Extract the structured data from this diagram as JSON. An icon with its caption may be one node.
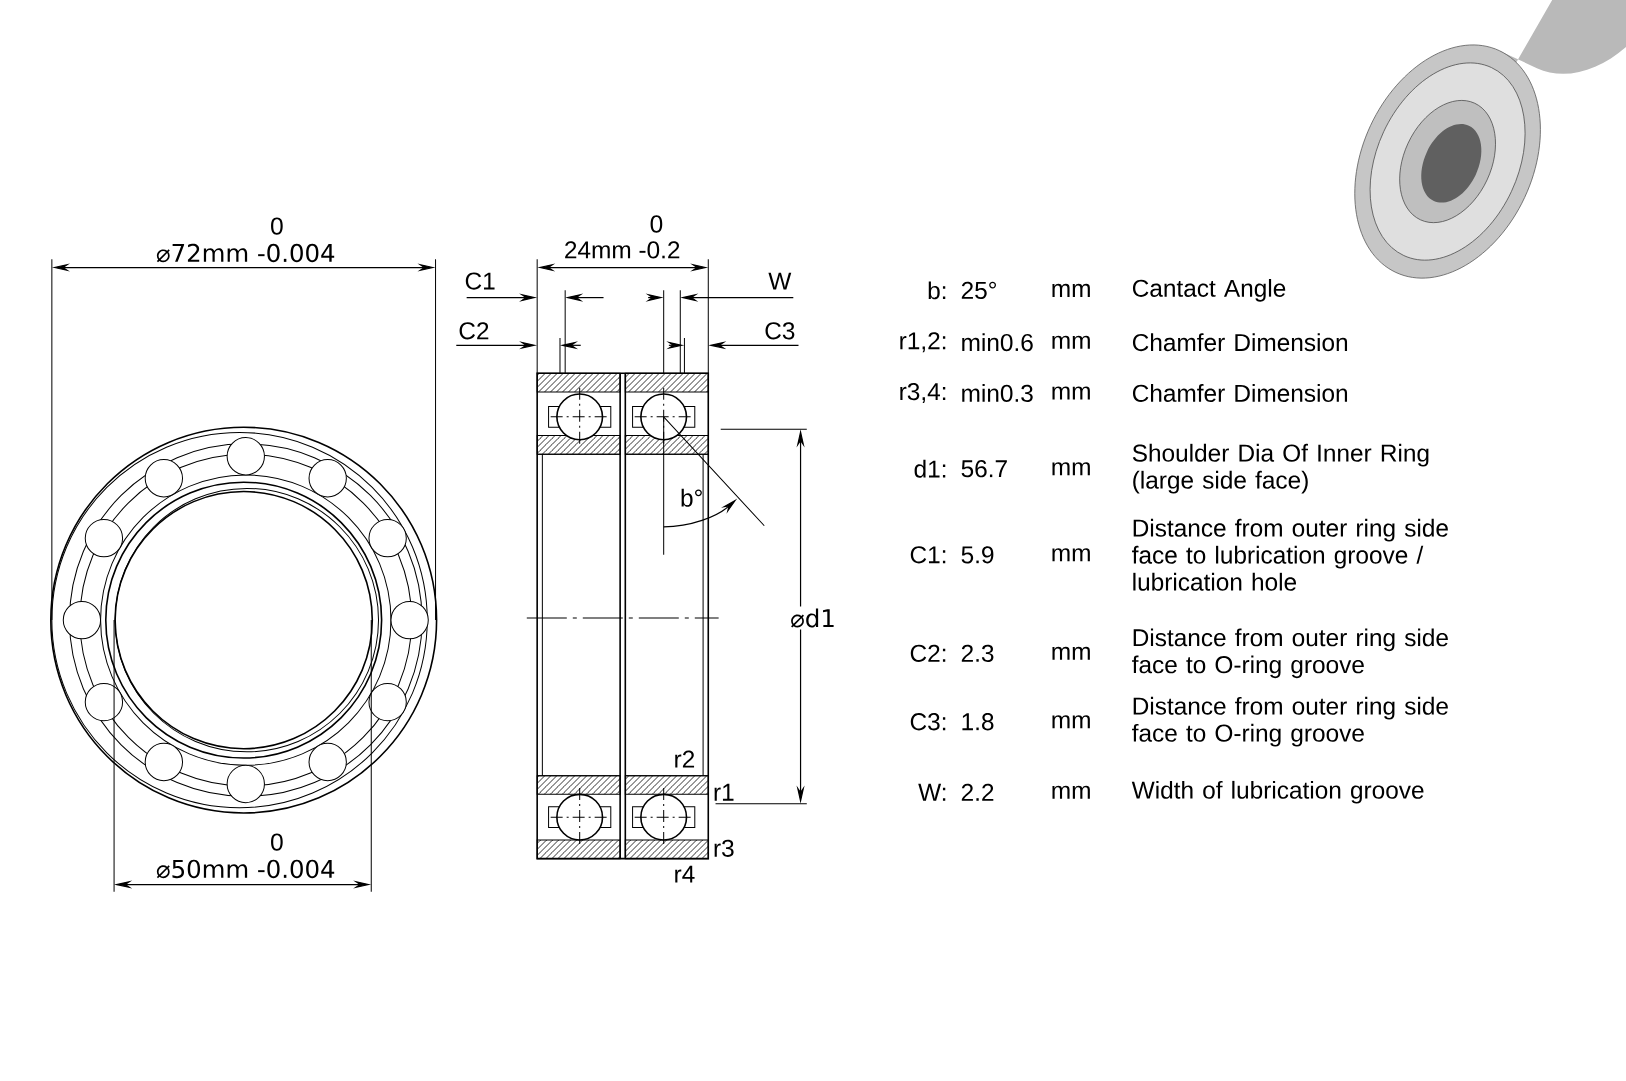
{
  "diagram": {
    "labels": [
      "0",
      "⌀72mm -0.004",
      "0",
      "24mm -0.2",
      "C1",
      "W",
      "C2",
      "C3",
      "b°",
      "⌀d1",
      "r2",
      "r1",
      "r3",
      "r4",
      "0",
      "⌀50mm -0.004",
      "b:",
      "25°",
      "mm",
      "Cantact Angle",
      "r1,2:",
      "min0.6",
      "mm",
      "Chamfer Dimension",
      "r3,4:",
      "min0.3",
      "mm",
      "Chamfer Dimension",
      "d1:",
      "56.7",
      "mm",
      "Shoulder Dia Of Inner Ring (large side face)",
      "C1:",
      "5.9",
      "mm",
      "Distance from outer ring side face to lubrication groove / lubrication hole",
      "C2:",
      "2.3",
      "mm",
      "Distance from outer ring side face to O-ring groove",
      "C3:",
      "1.8",
      "mm",
      "Distance from outer ring side face to O-ring groove",
      "W:",
      "2.2",
      "mm",
      "Width of lubrication groove"
    ]
  }
}
